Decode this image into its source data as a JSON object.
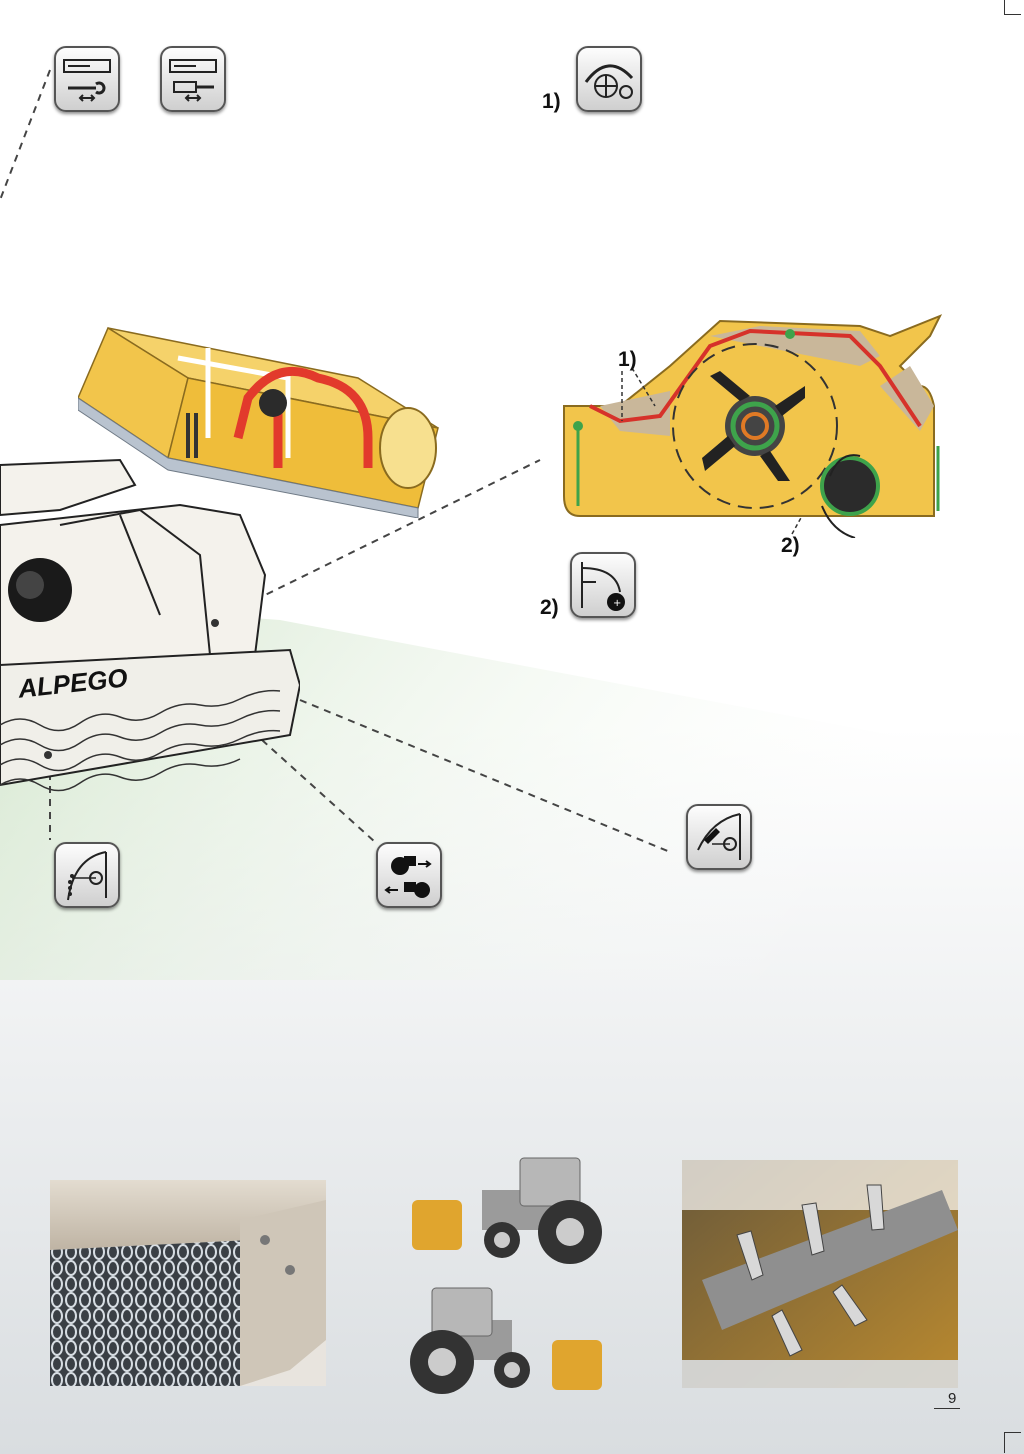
{
  "labels": {
    "rotor_callout": "1)",
    "rotor_diagram_callout_1": "1)",
    "rotor_diagram_callout_2": "2)",
    "roller_callout": "2)"
  },
  "brand": {
    "machine_logo": "ALPEGO"
  },
  "page": {
    "number": "9"
  },
  "colors": {
    "machine_yellow": "#f2c54b",
    "hitch_red": "#e23a2c",
    "liner_red": "#d6322a",
    "rotor_green": "#3ea34b",
    "roller_orange": "#e07a25",
    "background_gradient": "#e9ecee"
  },
  "icons": [
    "sideshift-wrench-icon",
    "sideshift-hydraulic-icon",
    "rotor-hood-icon",
    "rear-roller-icon",
    "chain-guard-icon",
    "front-rear-mount-icon",
    "counter-blade-icon"
  ]
}
